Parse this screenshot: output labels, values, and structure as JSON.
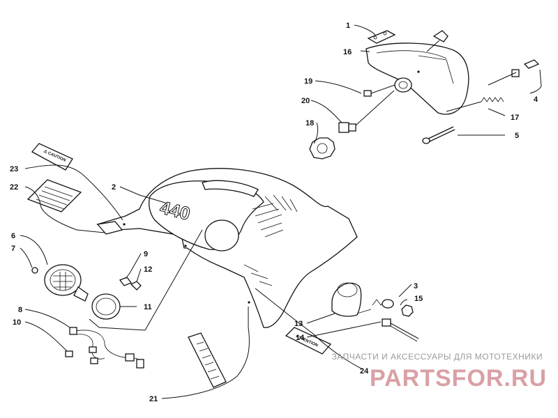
{
  "diagram": {
    "callouts": [
      "1",
      "2",
      "3",
      "4",
      "5",
      "6",
      "7",
      "8",
      "9",
      "10",
      "11",
      "12",
      "13",
      "14",
      "15",
      "16",
      "17",
      "18",
      "19",
      "20",
      "21",
      "22",
      "23",
      "24"
    ],
    "hood_badge_number": "440"
  },
  "watermark": {
    "subtitle": "ЗАПЧАСТИ И АКСЕССУАРЫ ДЛЯ МОТОТЕХНИКИ",
    "logo": "PARTSFOR.RU"
  },
  "colors": {
    "line": "#111111",
    "watermark_text": "#9a9a9a",
    "watermark_logo": "#d9a0a6"
  }
}
